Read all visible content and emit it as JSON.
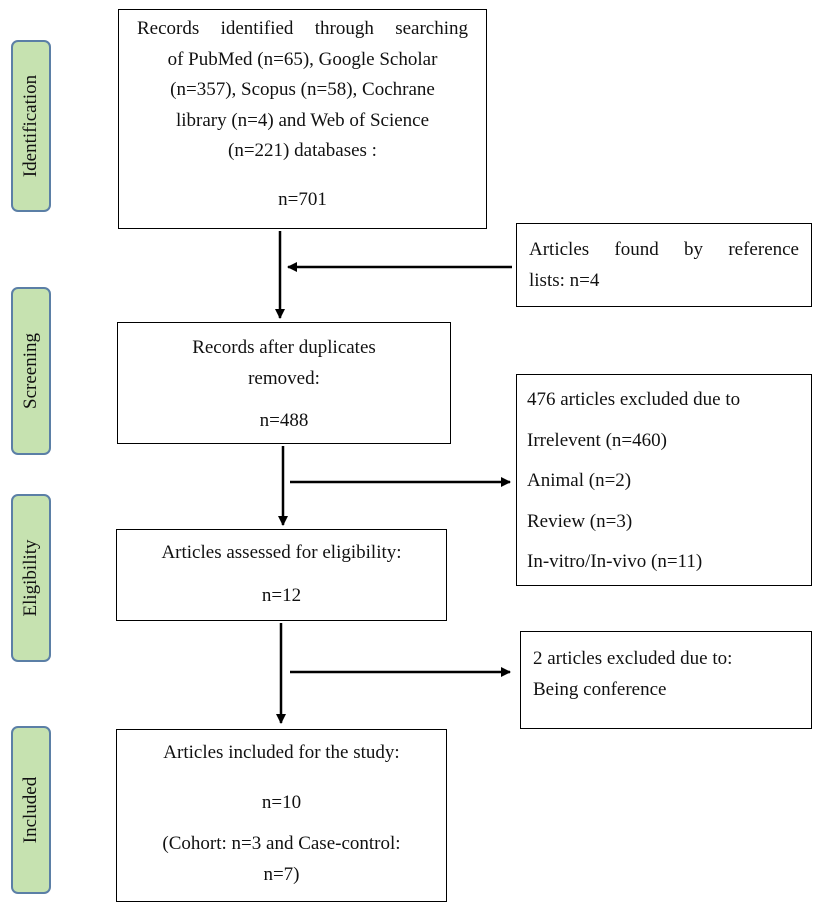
{
  "stages": [
    "Identification",
    "Screening",
    "Eligibility",
    "Included"
  ],
  "identification_box": {
    "lines": [
      "Records identified through searching",
      "of PubMed (n=65), Google Scholar",
      "(n=357), Scopus (n=58), Cochrane",
      "library (n=4) and Web of Science",
      "(n=221) databases :"
    ],
    "count": "n=701"
  },
  "reference_box": {
    "lines": [
      "Articles found by reference",
      "lists: n=4"
    ]
  },
  "screening_box": {
    "lines": [
      "Records after duplicates",
      "removed:"
    ],
    "count": "n=488"
  },
  "excluded_box": {
    "lines": [
      "476 articles excluded due to",
      "Irrelevent (n=460)",
      "Animal (n=2)",
      "Review (n=3)",
      "In-vitro/In-vivo (n=11)"
    ]
  },
  "eligibility_box": {
    "lines": [
      "Articles assessed for eligibility:"
    ],
    "count": "n=12"
  },
  "conference_box": {
    "lines": [
      "2 articles excluded due to:",
      "Being conference"
    ]
  },
  "included_box": {
    "lines": [
      "Articles included for the study:"
    ],
    "count": "n=10",
    "note_lines": [
      "(Cohort: n=3 and Case-control:",
      "n=7)"
    ]
  }
}
